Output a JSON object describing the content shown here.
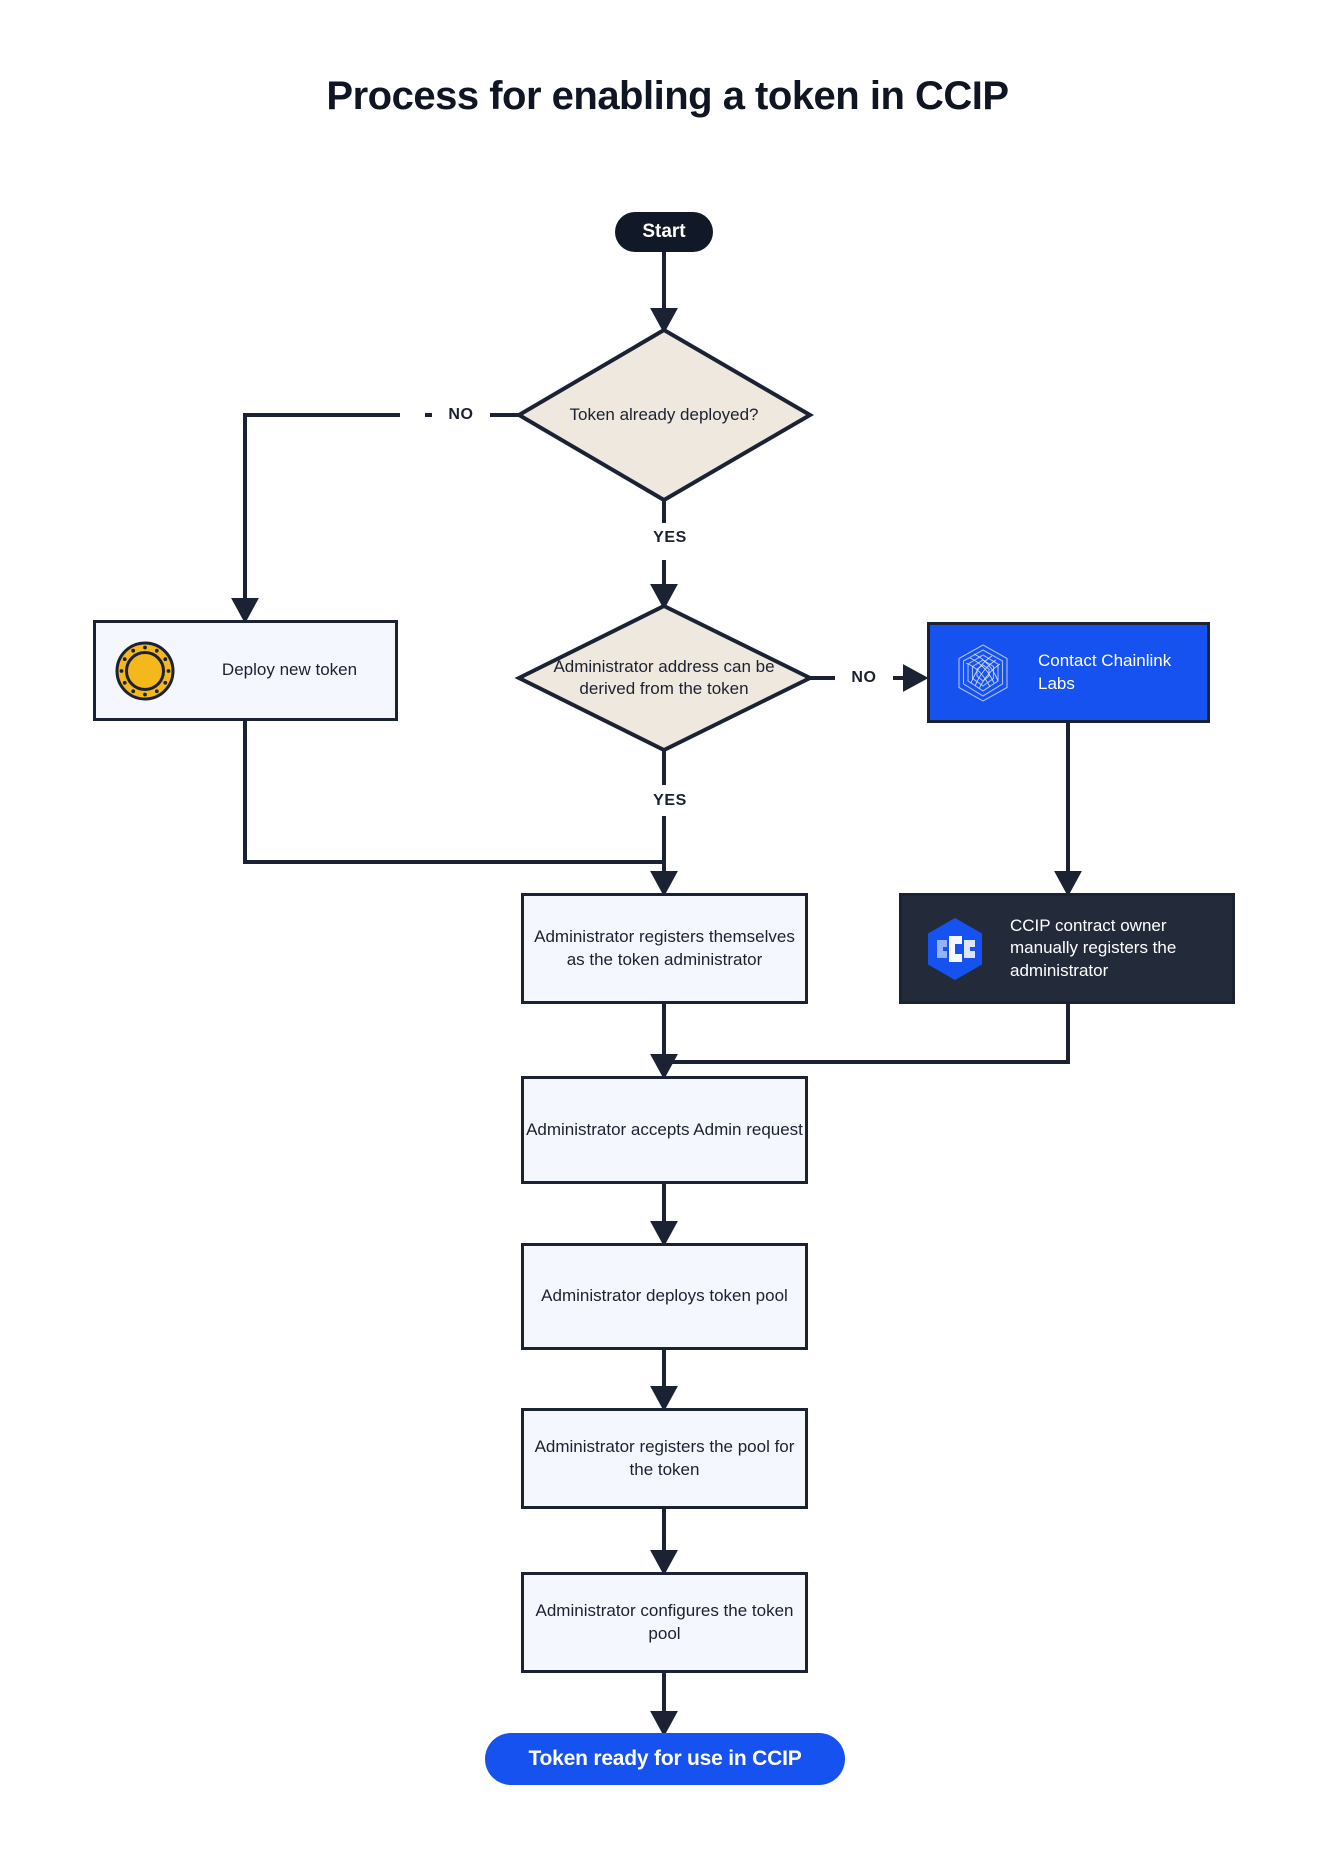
{
  "title": "Process for enabling a token in CCIP",
  "colors": {
    "ink": "#1A2233",
    "decision_fill": "#EFE8DE",
    "process_fill": "#F5F7FE",
    "accent_blue": "#1652F0",
    "dark_navy": "#232B3A",
    "start_pill": "#111827",
    "coin_gold": "#F5B81C",
    "background": "#FFFFFF"
  },
  "nodes": {
    "start": {
      "label": "Start",
      "shape": "pill",
      "icon": null
    },
    "decision_token_deployed": {
      "label": "Token already deployed?",
      "shape": "diamond",
      "icon": null
    },
    "deploy_new_token": {
      "label": "Deploy new token",
      "shape": "process",
      "icon": "gold-coin-icon"
    },
    "decision_admin_derivable": {
      "label": "Administrator address can be derived from the token",
      "shape": "diamond",
      "icon": null
    },
    "contact_chainlink_labs": {
      "label": "Contact Chainlink Labs",
      "shape": "process",
      "icon": "chainlink-logo-icon"
    },
    "admin_registers_self": {
      "label": "Administrator registers themselves as the token administrator",
      "shape": "process",
      "icon": null
    },
    "ccip_owner_registers": {
      "label": "CCIP contract owner manually registers the administrator",
      "shape": "process",
      "icon": "ccip-logo-icon"
    },
    "admin_accepts_request": {
      "label": "Administrator accepts Admin request",
      "shape": "process",
      "icon": null
    },
    "admin_deploys_pool": {
      "label": "Administrator deploys token pool",
      "shape": "process",
      "icon": null
    },
    "admin_registers_pool": {
      "label": "Administrator registers the pool for the token",
      "shape": "process",
      "icon": null
    },
    "admin_configures_pool": {
      "label": "Administrator configures the token pool",
      "shape": "process",
      "icon": null
    },
    "token_ready": {
      "label": "Token ready for use in CCIP",
      "shape": "pill",
      "icon": null
    }
  },
  "edge_labels": {
    "deployed_no": "NO",
    "deployed_yes": "YES",
    "derivable_no": "NO",
    "derivable_yes": "YES"
  },
  "chart_data": {
    "type": "flowchart",
    "title": "Process for enabling a token in CCIP",
    "orientation": "top-to-bottom",
    "nodes": [
      {
        "id": "start",
        "label": "Start",
        "type": "terminator"
      },
      {
        "id": "decision_token_deployed",
        "label": "Token already deployed?",
        "type": "decision"
      },
      {
        "id": "deploy_new_token",
        "label": "Deploy new token",
        "type": "process"
      },
      {
        "id": "decision_admin_derivable",
        "label": "Administrator address can be derived from the token",
        "type": "decision"
      },
      {
        "id": "contact_chainlink_labs",
        "label": "Contact Chainlink Labs",
        "type": "process"
      },
      {
        "id": "admin_registers_self",
        "label": "Administrator registers themselves as the token administrator",
        "type": "process"
      },
      {
        "id": "ccip_owner_registers",
        "label": "CCIP contract owner manually registers the administrator",
        "type": "process"
      },
      {
        "id": "admin_accepts_request",
        "label": "Administrator accepts Admin request",
        "type": "process"
      },
      {
        "id": "admin_deploys_pool",
        "label": "Administrator deploys token pool",
        "type": "process"
      },
      {
        "id": "admin_registers_pool",
        "label": "Administrator registers the pool for the token",
        "type": "process"
      },
      {
        "id": "admin_configures_pool",
        "label": "Administrator configures the token pool",
        "type": "process"
      },
      {
        "id": "token_ready",
        "label": "Token ready for use in CCIP",
        "type": "terminator"
      }
    ],
    "edges": [
      {
        "from": "start",
        "to": "decision_token_deployed",
        "label": ""
      },
      {
        "from": "decision_token_deployed",
        "to": "deploy_new_token",
        "label": "NO"
      },
      {
        "from": "decision_token_deployed",
        "to": "decision_admin_derivable",
        "label": "YES"
      },
      {
        "from": "deploy_new_token",
        "to": "admin_registers_self",
        "label": ""
      },
      {
        "from": "decision_admin_derivable",
        "to": "contact_chainlink_labs",
        "label": "NO"
      },
      {
        "from": "decision_admin_derivable",
        "to": "admin_registers_self",
        "label": "YES"
      },
      {
        "from": "contact_chainlink_labs",
        "to": "ccip_owner_registers",
        "label": ""
      },
      {
        "from": "admin_registers_self",
        "to": "admin_accepts_request",
        "label": ""
      },
      {
        "from": "ccip_owner_registers",
        "to": "admin_accepts_request",
        "label": ""
      },
      {
        "from": "admin_accepts_request",
        "to": "admin_deploys_pool",
        "label": ""
      },
      {
        "from": "admin_deploys_pool",
        "to": "admin_registers_pool",
        "label": ""
      },
      {
        "from": "admin_registers_pool",
        "to": "admin_configures_pool",
        "label": ""
      },
      {
        "from": "admin_configures_pool",
        "to": "token_ready",
        "label": ""
      }
    ]
  }
}
